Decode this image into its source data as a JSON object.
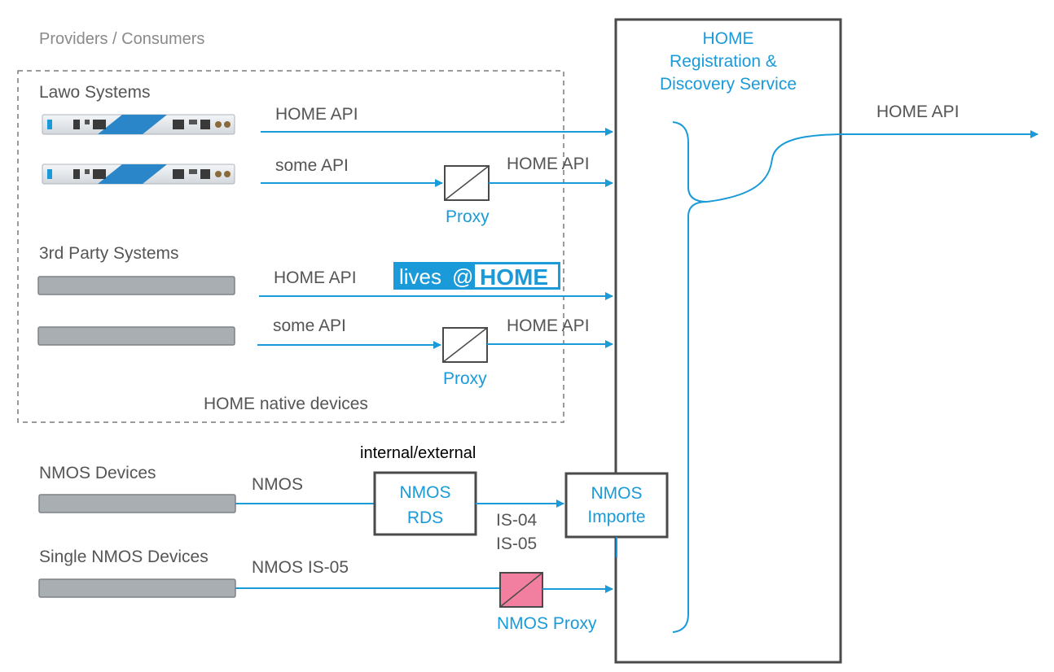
{
  "labels": {
    "providers_consumers": "Providers / Consumers",
    "lawo_systems": "Lawo Systems",
    "third_party_systems": "3rd Party Systems",
    "home_native_devices": "HOME native devices",
    "nmos_devices": "NMOS Devices",
    "single_nmos_devices": "Single NMOS Devices",
    "internal_external": "internal/external"
  },
  "service": {
    "line1": "HOME",
    "line2": "Registration &",
    "line3": "Discovery Service"
  },
  "connections": {
    "home_api_out": "HOME API",
    "lawo1": "HOME API",
    "lawo2_in": "some API",
    "lawo2_out": "HOME API",
    "third1": "HOME API",
    "third2_in": "some API",
    "third2_out": "HOME API",
    "nmos": "NMOS",
    "is04": "IS-04",
    "is05": "IS-05",
    "single_nmos": "NMOS IS-05"
  },
  "proxies": {
    "proxy1": "Proxy",
    "proxy2": "Proxy",
    "nmos_proxy": "NMOS Proxy"
  },
  "nmos_rds": {
    "line1": "NMOS",
    "line2": "RDS"
  },
  "nmos_importer": {
    "line1": "NMOS",
    "line2": "Importe"
  },
  "badge": {
    "left": "lives",
    "at": "@",
    "right": "HOME"
  },
  "colors": {
    "accent_blue": "#1a9ad8",
    "nmos_proxy_fill": "#f37fa0",
    "text_gray": "#555555",
    "device_gray": "#a9aeb3"
  }
}
